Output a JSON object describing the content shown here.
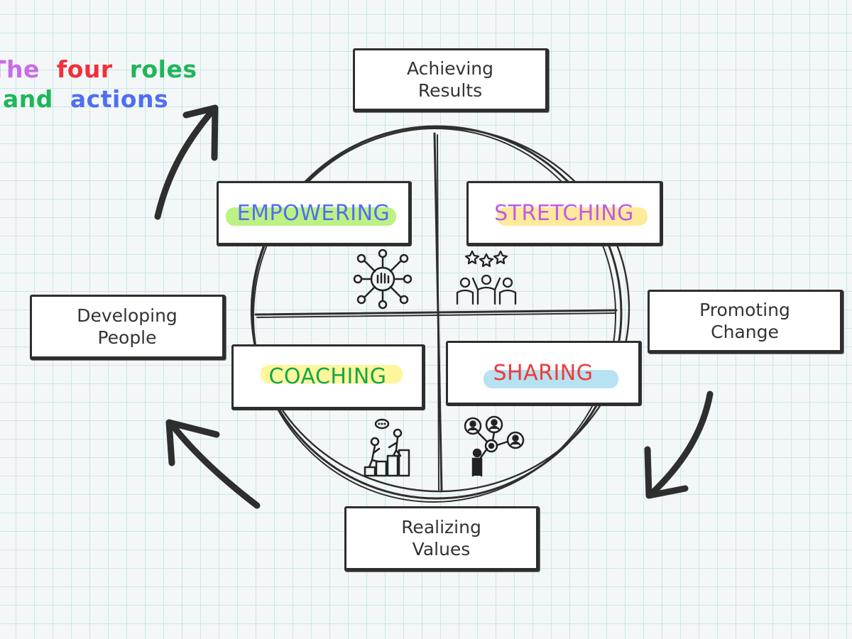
{
  "title": {
    "line1": [
      {
        "text": "The",
        "color": "#c86be8"
      },
      {
        "text": "four",
        "color": "#f0303a"
      },
      {
        "text": "roles",
        "color": "#1fb65a"
      }
    ],
    "line2": [
      {
        "text": "and",
        "color": "#1fb65a"
      },
      {
        "text": "actions",
        "color": "#4f6ff0"
      }
    ]
  },
  "actions": {
    "achieving_results": "Achieving\nResults",
    "developing_people": "Developing\nPeople",
    "promoting_change": "Promoting\nChange",
    "realizing_values": "Realizing\nValues"
  },
  "roles": {
    "empowering": {
      "label": "EMPOWERING",
      "color": "#4f6ff0",
      "highlight": "#a8ec5a",
      "icon": "network-fist-icon"
    },
    "stretching": {
      "label": "STRETCHING",
      "color": "#c05ae6",
      "highlight": "#ffe27a",
      "icon": "team-stars-icon"
    },
    "coaching": {
      "label": "COACHING",
      "color": "#14a84a",
      "highlight": "#fff27a",
      "icon": "climbing-steps-icon"
    },
    "sharing": {
      "label": "SHARING",
      "color": "#f03a3a",
      "highlight": "#9ed8ec",
      "icon": "network-people-icon"
    }
  },
  "arrows": [
    "arrow-up-icon",
    "arrow-down-icon",
    "arrow-left-icon"
  ],
  "colors": {
    "ink": "#2e2e2e",
    "grid": "#c9e6ea",
    "paper": "#f4f7f7"
  }
}
